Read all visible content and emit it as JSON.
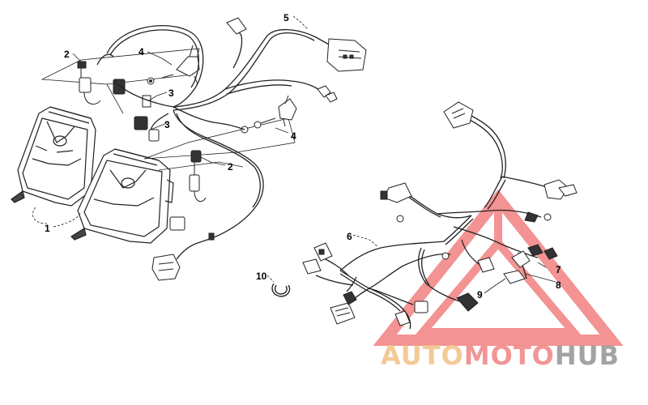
{
  "diagram": {
    "callouts": {
      "c1": "1",
      "c2a": "2",
      "c2b": "2",
      "c3a": "3",
      "c3b": "3",
      "c4a": "4",
      "c4b": "4",
      "c5": "5",
      "c6": "6",
      "c7": "7",
      "c8": "8",
      "c9": "9",
      "c10": "10"
    }
  },
  "watermark": {
    "part1": "AUTO",
    "part2": "MOTO",
    "part3": "HUB",
    "colors": {
      "auto": "#f2c58a",
      "moto": "#f08a8a",
      "hub": "#9a9a9a",
      "triangle": "#f07070"
    }
  }
}
